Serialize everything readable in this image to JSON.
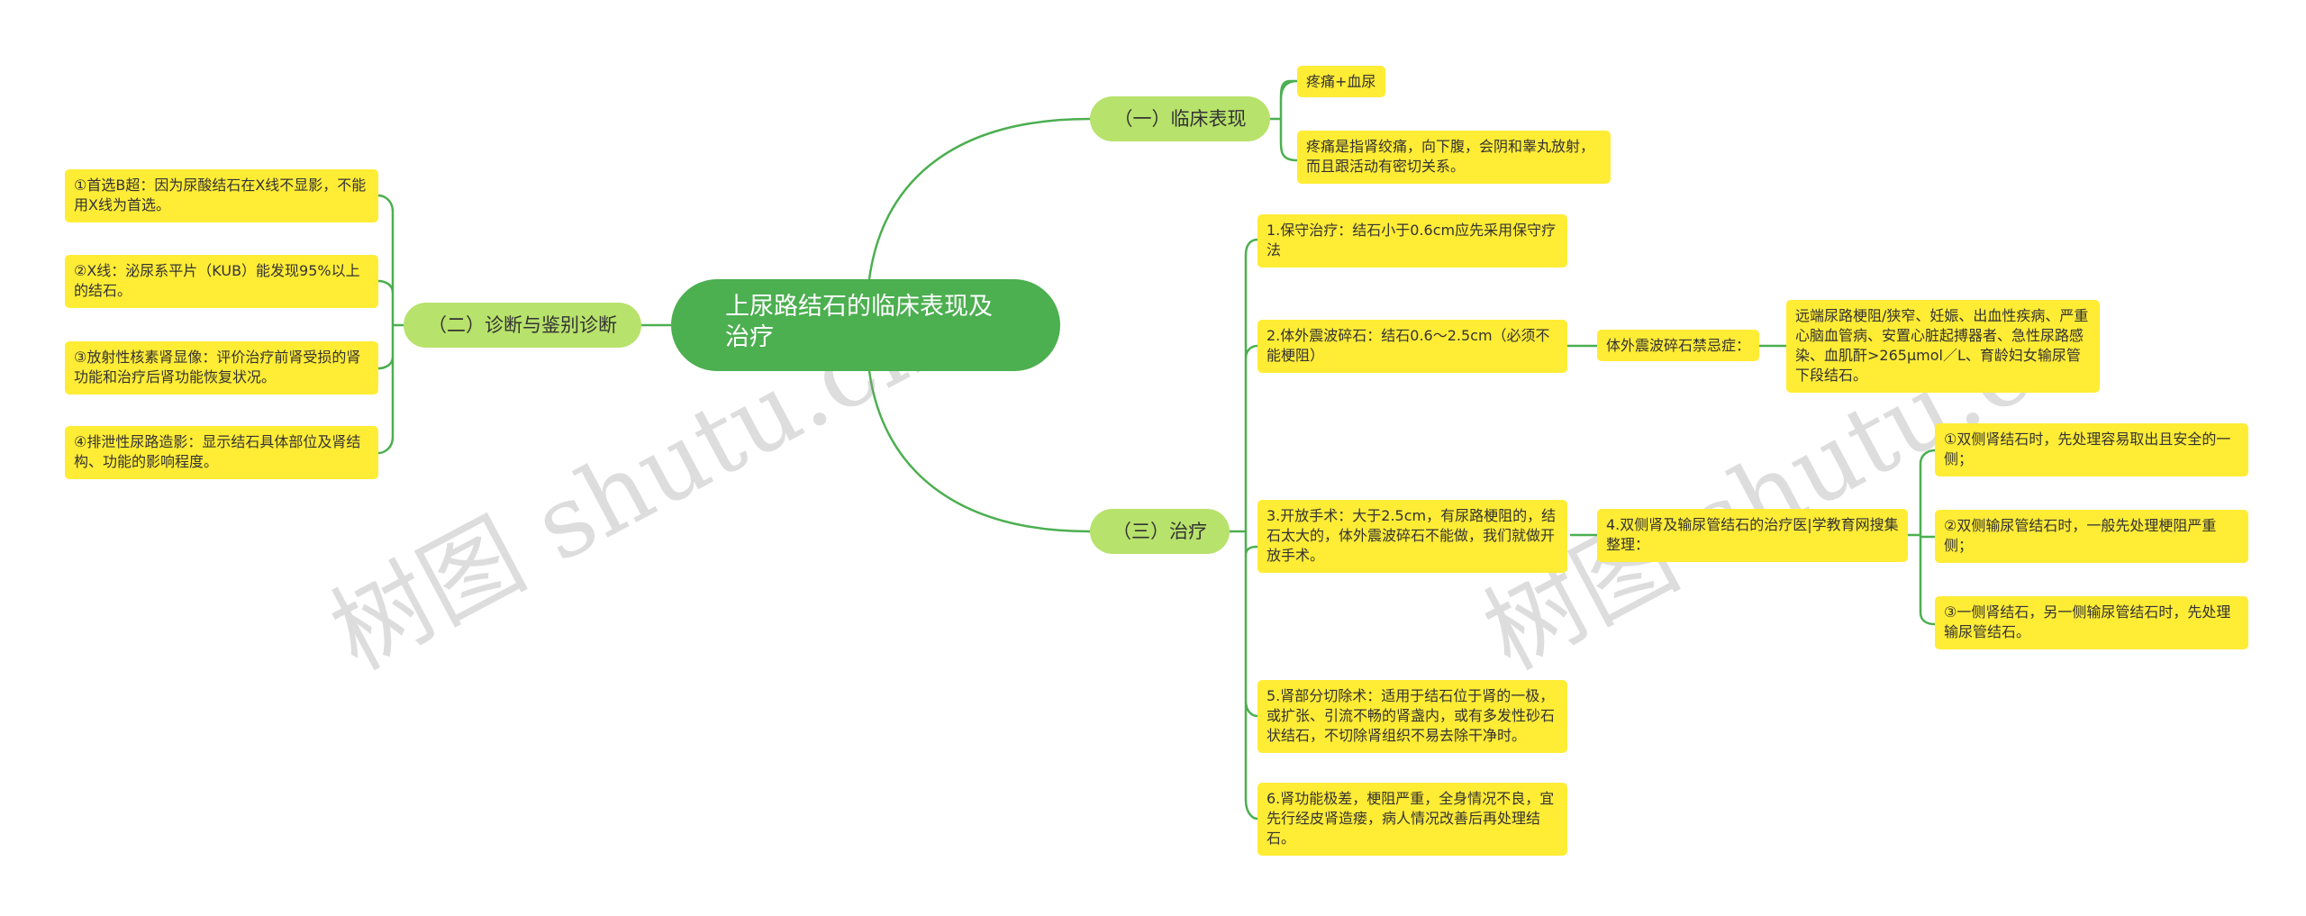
{
  "root": {
    "title": "上尿路结石的临床表现及治疗"
  },
  "branches": {
    "clinical": {
      "label": "（一）临床表现",
      "items": [
        "疼痛+血尿",
        "疼痛是指肾绞痛，向下腹，会阴和睾丸放射，而且跟活动有密切关系。"
      ]
    },
    "diagnosis": {
      "label": "（二）诊断与鉴别诊断",
      "items": [
        "①首选B超：因为尿酸结石在X线不显影，不能用X线为首选。",
        "②X线：泌尿系平片（KUB）能发现95%以上的结石。",
        "③放射性核素肾显像：评价治疗前肾受损的肾功能和治疗后肾功能恢复状况。",
        "④排泄性尿路造影：显示结石具体部位及肾结构、功能的影响程度。"
      ]
    },
    "treatment": {
      "label": "（三）治疗",
      "items": [
        "1.保守治疗：结石小于0.6cm应先采用保守疗法",
        "2.体外震波碎石：结石0.6～2.5cm（必须不能梗阻）",
        "3.开放手术：大于2.5cm，有尿路梗阻的，结石太大的，体外震波碎石不能做，我们就做开放手术。",
        "4.双侧肾及输尿管结石的治疗医|学教育网搜集整理：",
        "5.肾部分切除术：适用于结石位于肾的一极，或扩张、引流不畅的肾盏内，或有多发性砂石状结石，不切除肾组织不易去除干净时。",
        "6.肾功能极差，梗阻严重，全身情况不良，宜先行经皮肾造瘘，病人情况改善后再处理结石。"
      ],
      "eswl": {
        "label": "体外震波碎石禁忌症：",
        "detail": "远端尿路梗阻/狭窄、妊娠、出血性疾病、严重心脑血管病、安置心脏起搏器者、急性尿路感染、血肌酐>265μmol／L、育龄妇女输尿管下段结石。"
      },
      "bilateral": [
        "①双侧肾结石时，先处理容易取出且安全的一侧；",
        "②双侧输尿管结石时，一般先处理梗阻严重侧；",
        "③一侧肾结石，另一侧输尿管结石时，先处理输尿管结石。"
      ]
    }
  },
  "watermark": [
    "树图 shutu.cn",
    "树图 shutu.cn"
  ],
  "colors": {
    "root": "#4caf50",
    "branch": "#b7e26b",
    "leaf": "#ffec35",
    "line": "#4caf50"
  }
}
